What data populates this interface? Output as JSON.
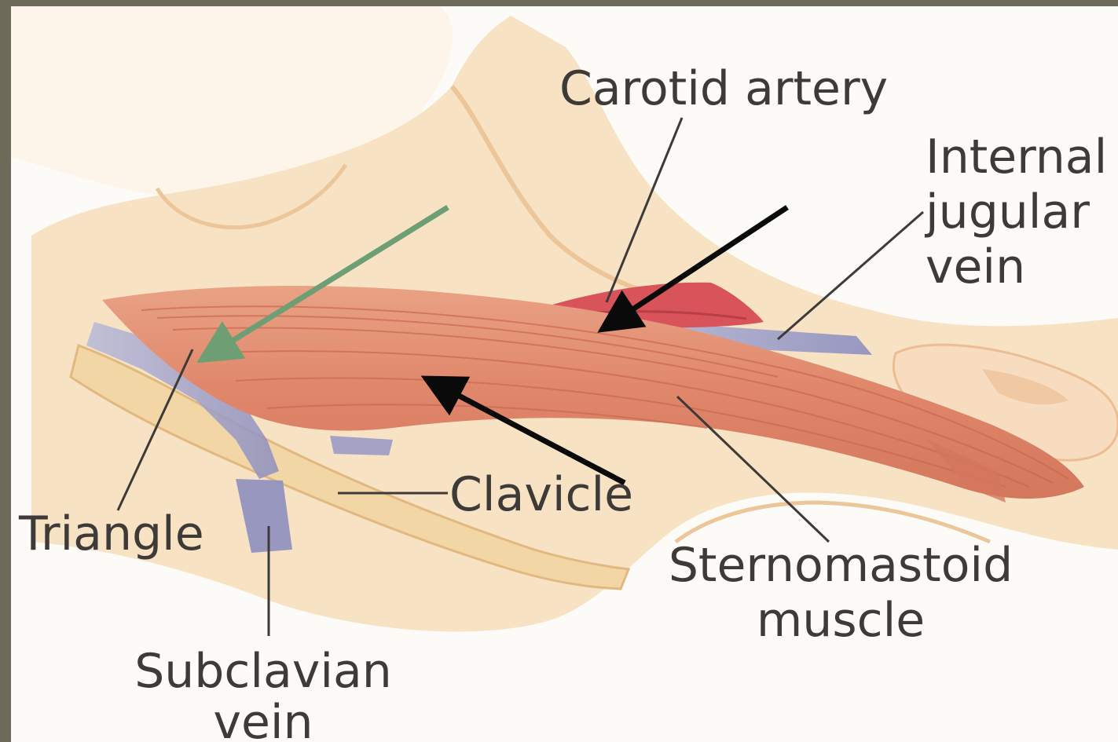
{
  "labels": {
    "carotid": "Carotid artery",
    "internal_jugular": [
      "Internal",
      "jugular",
      "vein"
    ],
    "triangle": "Triangle",
    "clavicle": "Clavicle",
    "sternomastoid": [
      "Sternomastoid",
      "muscle"
    ],
    "subclavian": [
      "Subclavian",
      "vein"
    ]
  },
  "colors": {
    "skin": "#f8e2c4",
    "skin_shadow": "#ecc598",
    "muscle": "#e28b6e",
    "muscle_dark": "#cc6e55",
    "artery": "#d9545a",
    "vein": "#9a9cc6",
    "clavicle": "#f3d6a6",
    "label_text": "#3d3a37",
    "green_arrow": "#6e9e74",
    "black_arrow": "#0a0a0a"
  }
}
